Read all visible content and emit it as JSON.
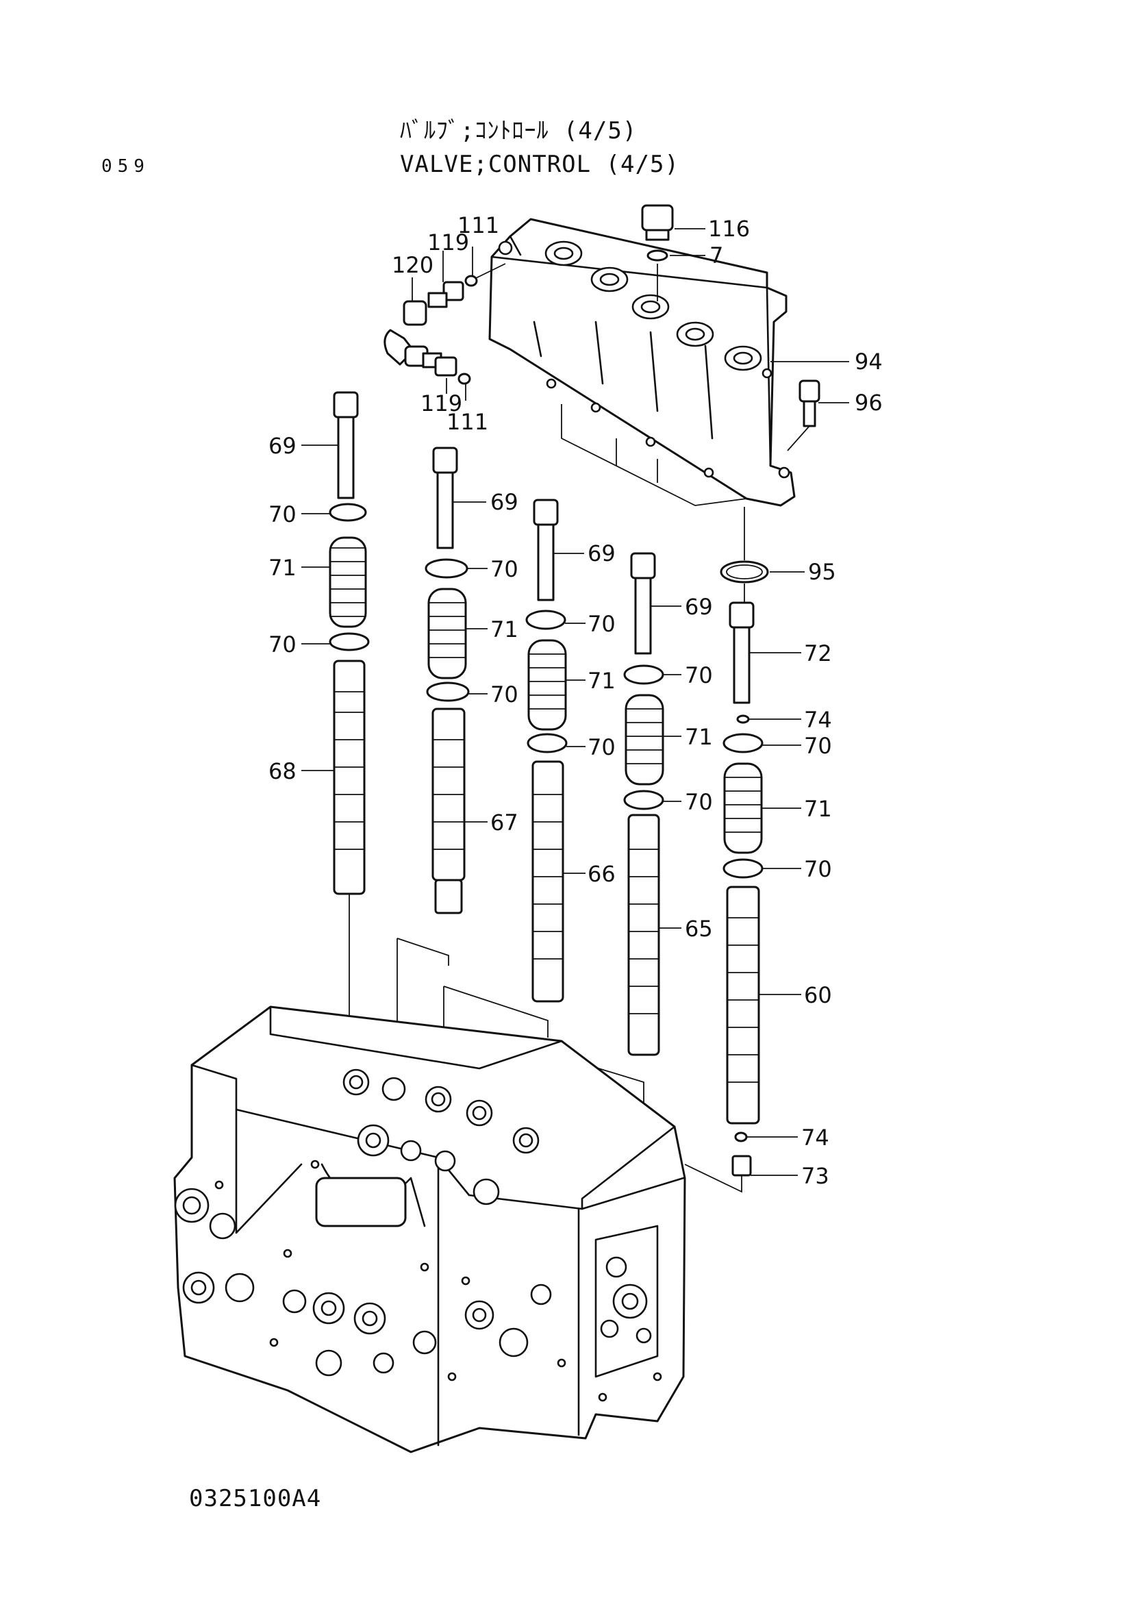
{
  "header": {
    "title_jp": "ﾊﾞﾙﾌﾞ;ｺﾝﾄﾛｰﾙ (4/5)",
    "title_en": "VALVE;CONTROL (4/5)",
    "page_number": "059"
  },
  "footer": {
    "drawing_code": "0325100A4"
  },
  "callouts": [
    {
      "id": "c116",
      "label": "116"
    },
    {
      "id": "c7",
      "label": "7"
    },
    {
      "id": "c94",
      "label": "94"
    },
    {
      "id": "c96",
      "label": "96"
    },
    {
      "id": "c95",
      "label": "95"
    },
    {
      "id": "c111a",
      "label": "111"
    },
    {
      "id": "c119a",
      "label": "119"
    },
    {
      "id": "c120",
      "label": "120"
    },
    {
      "id": "c119b",
      "label": "119"
    },
    {
      "id": "c111b",
      "label": "111"
    },
    {
      "id": "c69a",
      "label": "69"
    },
    {
      "id": "c70a",
      "label": "70"
    },
    {
      "id": "c71a",
      "label": "71"
    },
    {
      "id": "c70b",
      "label": "70"
    },
    {
      "id": "c68",
      "label": "68"
    },
    {
      "id": "c69b",
      "label": "69"
    },
    {
      "id": "c70c",
      "label": "70"
    },
    {
      "id": "c71b",
      "label": "71"
    },
    {
      "id": "c70d",
      "label": "70"
    },
    {
      "id": "c67",
      "label": "67"
    },
    {
      "id": "c69c",
      "label": "69"
    },
    {
      "id": "c70e",
      "label": "70"
    },
    {
      "id": "c71c",
      "label": "71"
    },
    {
      "id": "c70f",
      "label": "70"
    },
    {
      "id": "c66",
      "label": "66"
    },
    {
      "id": "c69d",
      "label": "69"
    },
    {
      "id": "c70g",
      "label": "70"
    },
    {
      "id": "c71d",
      "label": "71"
    },
    {
      "id": "c70h",
      "label": "70"
    },
    {
      "id": "c65",
      "label": "65"
    },
    {
      "id": "c72",
      "label": "72"
    },
    {
      "id": "c74a",
      "label": "74"
    },
    {
      "id": "c70i",
      "label": "70"
    },
    {
      "id": "c71e",
      "label": "71"
    },
    {
      "id": "c70j",
      "label": "70"
    },
    {
      "id": "c60",
      "label": "60"
    },
    {
      "id": "c74b",
      "label": "74"
    },
    {
      "id": "c73",
      "label": "73"
    }
  ]
}
